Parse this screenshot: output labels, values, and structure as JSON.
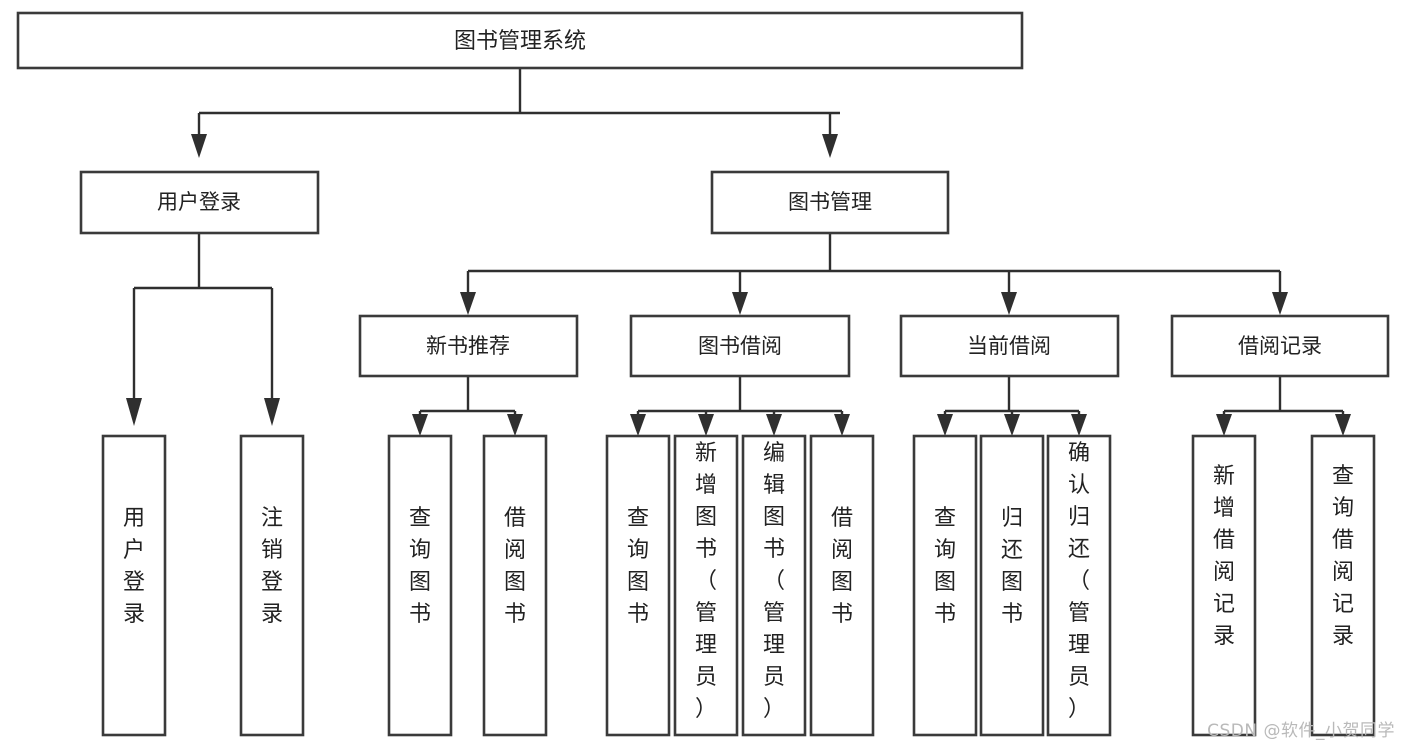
{
  "diagram": {
    "title": "图书管理系统",
    "type": "tree",
    "watermark": "CSDN @软件_小贺同学",
    "colors": {
      "box_stroke": "#3a3a3a",
      "connector": "#2f2f2f",
      "background": "#ffffff",
      "text": "#222222",
      "watermark": "#b9b9b9"
    },
    "root": {
      "label": "图书管理系统"
    },
    "level2": [
      {
        "label": "用户登录"
      },
      {
        "label": "图书管理"
      }
    ],
    "level3": [
      {
        "label": "新书推荐"
      },
      {
        "label": "图书借阅"
      },
      {
        "label": "当前借阅"
      },
      {
        "label": "借阅记录"
      }
    ],
    "leaves": {
      "user_login": [
        {
          "label": "用户登录"
        },
        {
          "label": "注销登录"
        }
      ],
      "new_book_recommend": [
        {
          "label": "查询图书"
        },
        {
          "label": "借阅图书"
        }
      ],
      "book_borrow": [
        {
          "label": "查询图书"
        },
        {
          "label": "新增图书（管理员）"
        },
        {
          "label": "编辑图书（管理员）"
        },
        {
          "label": "借阅图书"
        }
      ],
      "current_borrow": [
        {
          "label": "查询图书"
        },
        {
          "label": "归还图书"
        },
        {
          "label": "确认归还（管理员）"
        }
      ],
      "borrow_record": [
        {
          "label": "新增借阅记录"
        },
        {
          "label": "查询借阅记录"
        }
      ]
    }
  }
}
